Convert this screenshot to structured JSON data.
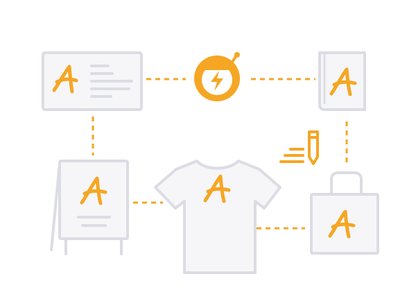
{
  "illustration": {
    "accent_color": "#f5a623",
    "outline_color": "#dcdce4",
    "fill_color": "#f6f6f8",
    "items": [
      {
        "id": "business-card",
        "icon": "card-icon",
        "letter": "A"
      },
      {
        "id": "brand-logo",
        "icon": "lightning-helmet-icon"
      },
      {
        "id": "book",
        "icon": "book-icon",
        "letter": "A"
      },
      {
        "id": "sandwich-board",
        "icon": "a-frame-sign-icon",
        "letter": "A"
      },
      {
        "id": "t-shirt",
        "icon": "tshirt-icon",
        "letter": "A"
      },
      {
        "id": "pencil-notes",
        "icon": "pencil-icon"
      },
      {
        "id": "tote-bag",
        "icon": "tote-bag-icon",
        "letter": "A"
      }
    ]
  }
}
